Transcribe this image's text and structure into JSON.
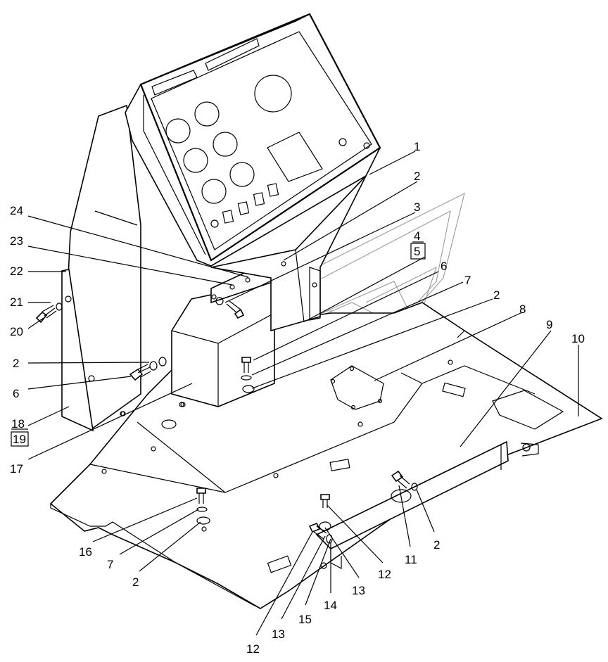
{
  "labels": {
    "l1": "1",
    "l2a": "2",
    "l3": "3",
    "l4": "4",
    "l5": "5",
    "l6a": "6",
    "l7a": "7",
    "l2b": "2",
    "l8": "8",
    "l9": "9",
    "l10": "10",
    "l24": "24",
    "l23": "23",
    "l22": "22",
    "l21": "21",
    "l20": "20",
    "l2c": "2",
    "l6b": "6",
    "l18": "18",
    "l19": "19",
    "l17": "17",
    "l16": "16",
    "l7b": "7",
    "l2d": "2",
    "l11": "11",
    "l2e": "2",
    "l12a": "12",
    "l13a": "13",
    "l14": "14",
    "l15": "15",
    "l13b": "13",
    "l12b": "12"
  }
}
